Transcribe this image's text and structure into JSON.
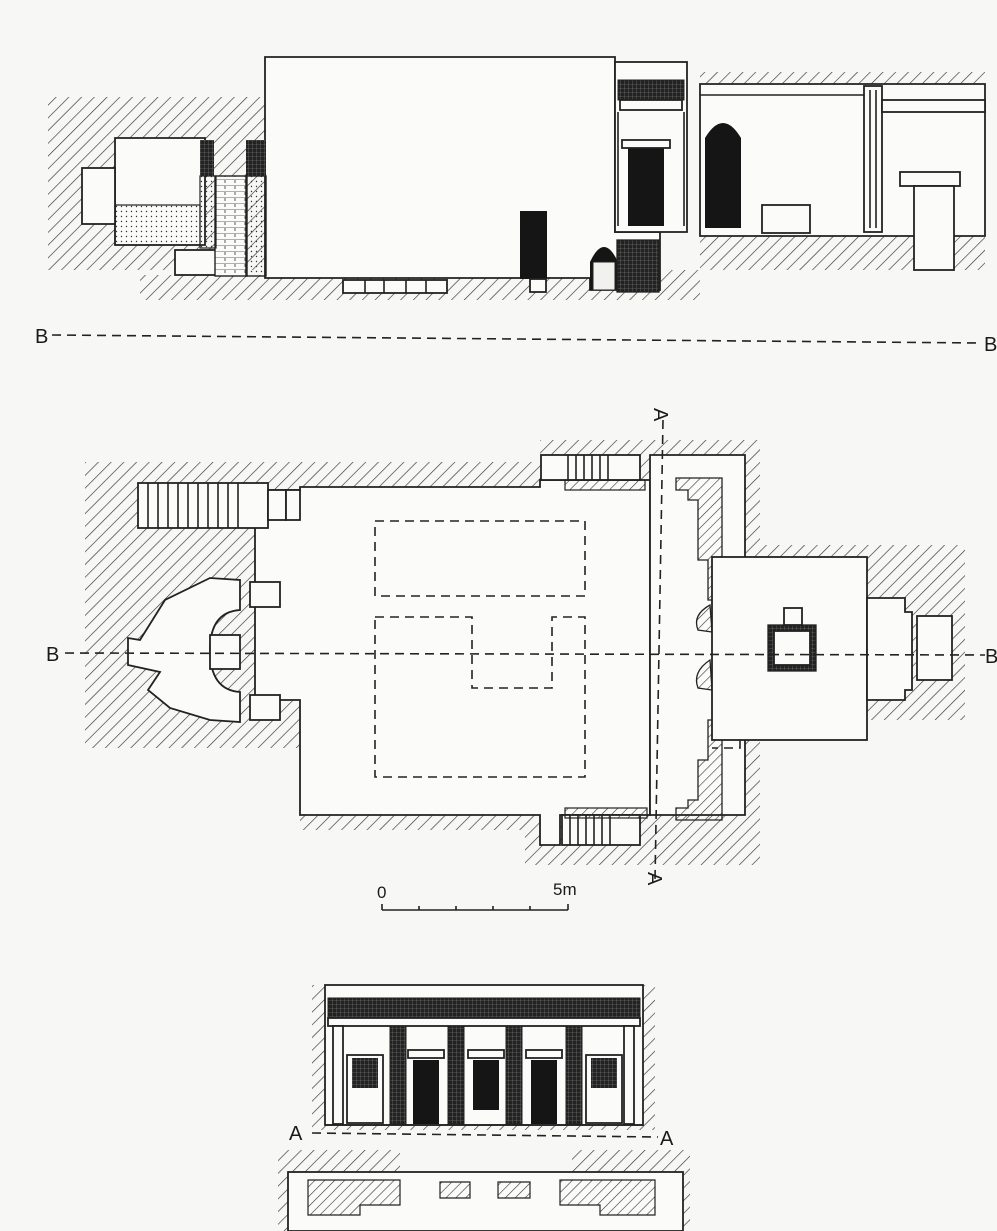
{
  "section_labels": {
    "b_upper_left": "B",
    "b_upper_right": "B",
    "a_top": "A",
    "a_bottom": "A",
    "b_plan_left": "B",
    "b_plan_right": "B",
    "a_elev_left": "A",
    "a_elev_right": "A"
  },
  "scale": {
    "zero": "0",
    "five": "5m"
  }
}
